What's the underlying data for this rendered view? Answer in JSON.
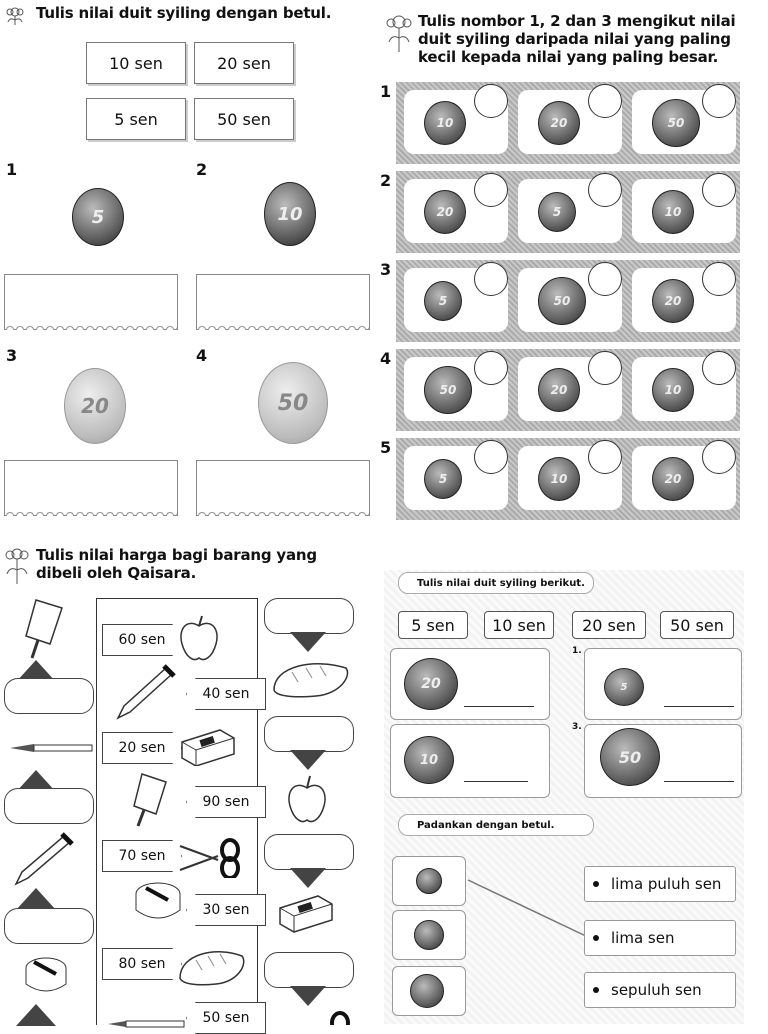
{
  "q1": {
    "title": "Tulis nilai duit syiling dengan betul.",
    "options": [
      "10 sen",
      "20 sen",
      "5 sen",
      "50 sen"
    ],
    "items": [
      {
        "num": "1",
        "coin": "5"
      },
      {
        "num": "2",
        "coin": "10"
      },
      {
        "num": "3",
        "coin": "20"
      },
      {
        "num": "4",
        "coin": "50"
      }
    ]
  },
  "q2": {
    "title": "Tulis nombor 1, 2 dan 3 mengikut nilai duit syiling daripada nilai yang paling kecil kepada nilai yang paling besar.",
    "rows": [
      {
        "num": "1",
        "coins": [
          "10",
          "20",
          "50"
        ]
      },
      {
        "num": "2",
        "coins": [
          "20",
          "5",
          "10"
        ]
      },
      {
        "num": "3",
        "coins": [
          "5",
          "50",
          "20"
        ]
      },
      {
        "num": "4",
        "coins": [
          "50",
          "20",
          "10"
        ]
      },
      {
        "num": "5",
        "coins": [
          "5",
          "10",
          "20"
        ]
      }
    ]
  },
  "q3": {
    "title": "Tulis nilai harga bagi barang yang dibeli oleh Qaisara.",
    "prices": [
      "60 sen",
      "40 sen",
      "20 sen",
      "90 sen",
      "70 sen",
      "30 sen",
      "80 sen",
      "50 sen"
    ]
  },
  "q4": {
    "title": "Tulis nilai duit syiling berikut.",
    "options": [
      "5 sen",
      "10 sen",
      "20 sen",
      "50 sen"
    ],
    "labels": [
      "1.",
      "3."
    ],
    "coins": [
      "20",
      "5",
      "10",
      "50"
    ]
  },
  "q5": {
    "title": "Padankan dengan betul.",
    "answers": [
      "lima puluh sen",
      "lima sen",
      "sepuluh sen"
    ]
  }
}
